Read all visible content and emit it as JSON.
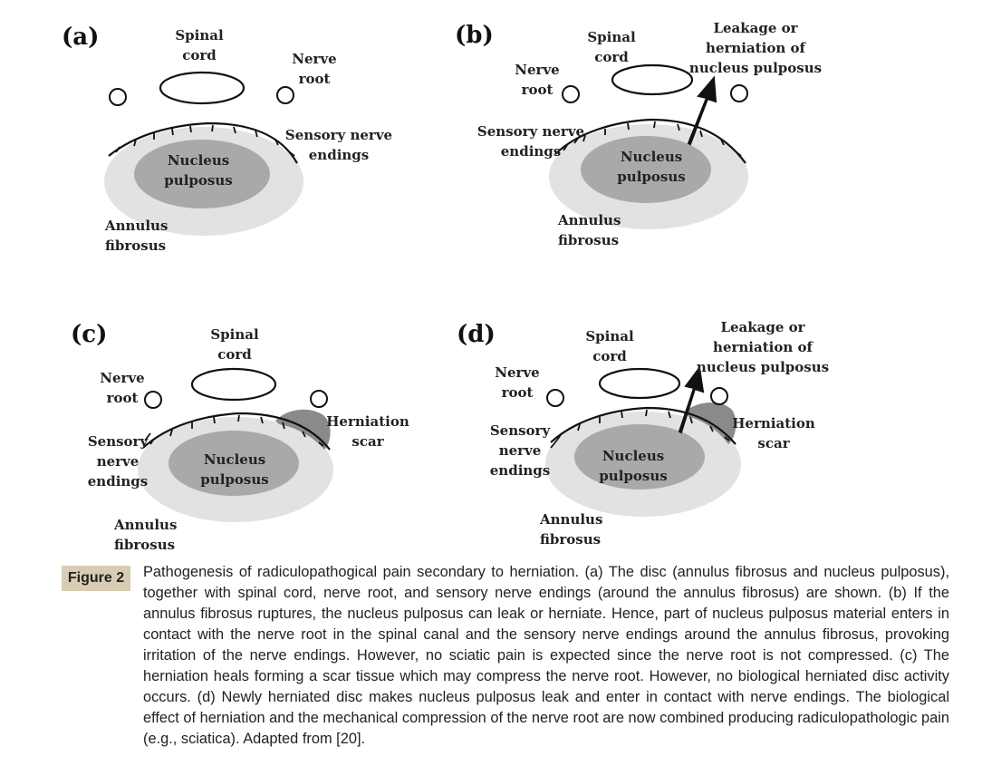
{
  "panels": [
    {
      "id": "a",
      "label": "(a)",
      "labels": {
        "spinal_cord": "Spinal\ncord",
        "nerve_root": "Nerve\nroot",
        "sensory": "Sensory nerve\nendings",
        "nucleus": "Nucleus\npulposus",
        "annulus": "Annulus\nfibrosus"
      }
    },
    {
      "id": "b",
      "label": "(b)",
      "labels": {
        "spinal_cord": "Spinal\ncord",
        "nerve_root": "Nerve\nroot",
        "sensory": "Sensory nerve\nendings",
        "nucleus": "Nucleus\npulposus",
        "annulus": "Annulus\nfibrosus",
        "leakage": "Leakage or\nherniation of\nnucleus pulposus"
      }
    },
    {
      "id": "c",
      "label": "(c)",
      "labels": {
        "spinal_cord": "Spinal\ncord",
        "nerve_root": "Nerve\nroot",
        "sensory": "Sensory\nnerve\nendings",
        "nucleus": "Nucleus\npulposus",
        "annulus": "Annulus\nfibrosus",
        "scar": "Herniation\nscar"
      }
    },
    {
      "id": "d",
      "label": "(d)",
      "labels": {
        "spinal_cord": "Spinal\ncord",
        "nerve_root": "Nerve\nroot",
        "sensory": "Sensory\nnerve\nendings",
        "nucleus": "Nucleus\npulposus",
        "annulus": "Annulus\nfibrosus",
        "leakage": "Leakage or\nherniation of\nnucleus pulposus",
        "scar": "Herniation\nscar"
      }
    }
  ],
  "figure": {
    "badge": "Figure 2",
    "caption": "Pathogenesis of radiculopathogical pain secondary to herniation. (a) The disc (annulus fibrosus and nucleus pulposus), together with spinal cord, nerve root, and sensory nerve endings (around the annulus fibrosus) are shown. (b) If the annulus fibrosus ruptures, the nucleus pulposus can leak or herniate. Hence, part of nucleus pulposus material enters in contact with the nerve root in the spinal canal and the sensory nerve endings around the annulus fibrosus, provoking irritation of the nerve endings. However, no sciatic pain is expected since the nerve root is not compressed. (c) The herniation heals forming a scar tissue which may compress the nerve root. However, no biological herniated disc activity occurs. (d) Newly herniated disc makes nucleus pulposus leak and enter in contact with nerve endings. The biological effect of herniation and the mechanical compression of the nerve root are now combined producing radiculopathologic pain (e.g., sciatica). Adapted from [20]."
  },
  "colors": {
    "annulus": "#e2e2e2",
    "nucleus": "#a9a9a9",
    "scar": "#8a8a8a",
    "line": "#111111"
  }
}
